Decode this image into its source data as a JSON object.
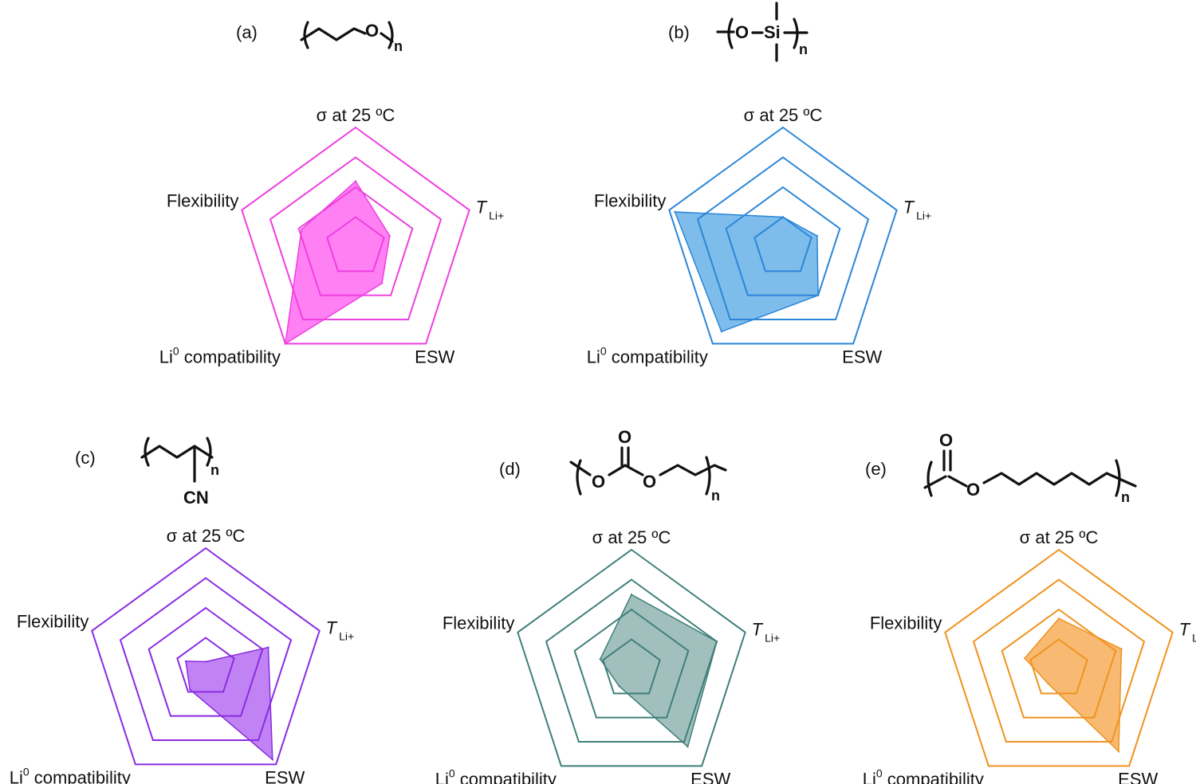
{
  "axes": [
    "σ at 25 ºC",
    "T",
    "ESW",
    "Li",
    "Flexibility"
  ],
  "axis_symbol_sub": "Li+",
  "axis_li_sup": "0",
  "axis_li_rest": " compatibility",
  "panels": [
    {
      "tag": "(a)",
      "color": "#ee3fe0",
      "fill": "#ff5cf0"
    },
    {
      "tag": "(b)",
      "color": "#2b86d8",
      "fill": "#5aa9e6"
    },
    {
      "tag": "(c)",
      "color": "#8a2be2",
      "fill": "#b060f0"
    },
    {
      "tag": "(d)",
      "color": "#3f7f7a",
      "fill": "#86aeaa"
    },
    {
      "tag": "(e)",
      "color": "#f0921e",
      "fill": "#f6a64a"
    }
  ],
  "chem": {
    "n": "n",
    "O": "O",
    "Si": "Si",
    "CN": "CN"
  },
  "chart_data": [
    {
      "type": "radar",
      "panel": "(a)",
      "axes": [
        "σ at 25 ºC",
        "T Li+",
        "ESW",
        "Li0 compatibility",
        "Flexibility"
      ],
      "levels": 4,
      "values": [
        2.2,
        1.2,
        1.5,
        4.0,
        1.9
      ]
    },
    {
      "type": "radar",
      "panel": "(b)",
      "axes": [
        "σ at 25 ºC",
        "T Li+",
        "ESW",
        "Li0 compatibility",
        "Flexibility"
      ],
      "levels": 4,
      "values": [
        1.0,
        1.2,
        2.0,
        3.5,
        3.8
      ]
    },
    {
      "type": "radar",
      "panel": "(c)",
      "axes": [
        "σ at 25 ºC",
        "T Li+",
        "ESW",
        "Li0 compatibility",
        "Flexibility"
      ],
      "levels": 4,
      "values": [
        0.2,
        2.2,
        3.8,
        0.9,
        0.7
      ]
    },
    {
      "type": "radar",
      "panel": "(d)",
      "axes": [
        "σ at 25 ºC",
        "T Li+",
        "ESW",
        "Li0 compatibility",
        "Flexibility"
      ],
      "levels": 4,
      "values": [
        2.5,
        3.0,
        3.2,
        0.7,
        1.1
      ]
    },
    {
      "type": "radar",
      "panel": "(e)",
      "axes": [
        "σ at 25 ºC",
        "T Li+",
        "ESW",
        "Li0 compatibility",
        "Flexibility"
      ],
      "levels": 4,
      "values": [
        1.7,
        2.2,
        3.4,
        0.6,
        1.2
      ]
    }
  ]
}
